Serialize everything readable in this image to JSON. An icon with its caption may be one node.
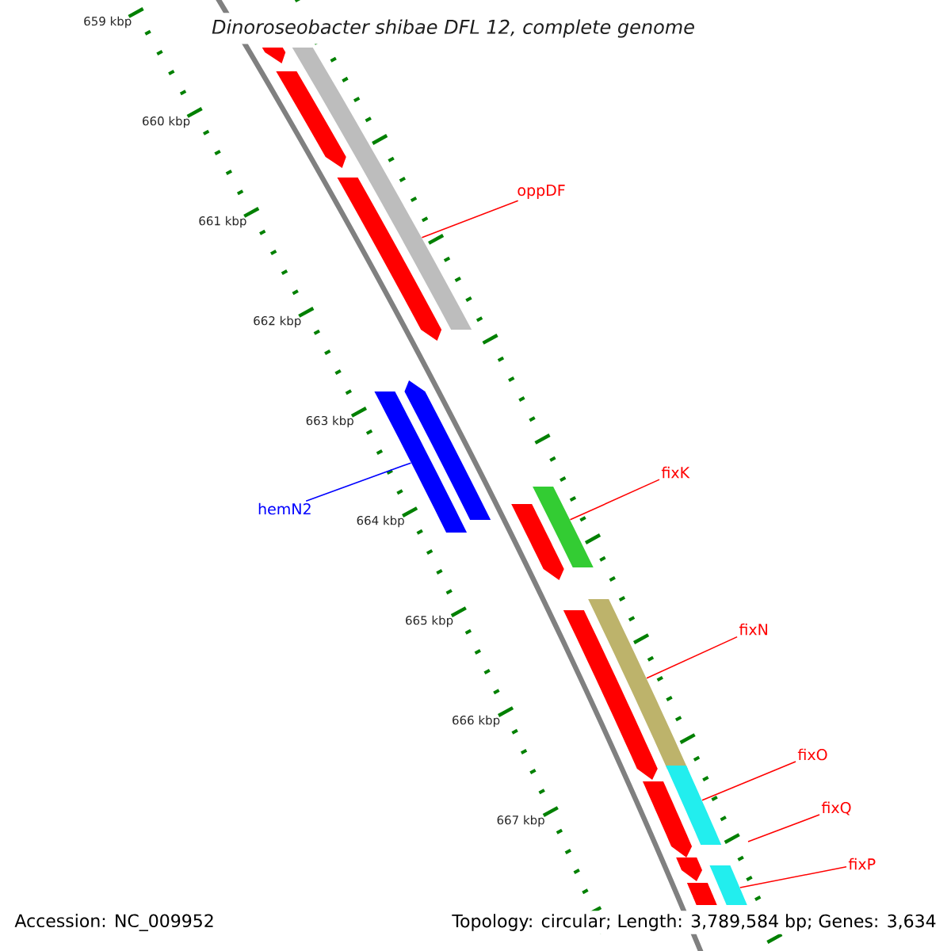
{
  "diagram": {
    "title": "Dinoroseobacter shibae DFL 12, complete genome",
    "nodes": [
      {
        "text": [
          "oppDF"
        ]
      },
      {
        "text": [],
        "shape": "bar"
      },
      {
        "text": [
          "hemN2"
        ]
      },
      {
        "text": [],
        "shape": "bar"
      },
      {
        "text": [
          "fixK"
        ]
      },
      {
        "text": [],
        "shape": "bar"
      },
      {
        "text": [
          "fixN"
        ]
      },
      {
        "text": [],
        "shape": "bar"
      },
      {
        "text": [
          "fixO"
        ]
      },
      {
        "text": [],
        "shape": "bar"
      },
      {
        "text": [
          "fixQ"
        ]
      },
      {
        "text": [
          "fixP"
        ]
      },
      {
        "text": [],
        "shape": "bar"
      },
      {
        "text": [],
        "shape": "bar"
      },
      {
        "text": [],
        "shape": "bar"
      },
      {
        "text": [],
        "shape": "bar"
      },
      {
        "text": [],
        "shape": "bar"
      },
      {
        "text": [],
        "shape": "bar"
      },
      {
        "text": [],
        "shape": "bar"
      },
      {
        "text": [],
        "shape": "bar"
      },
      {
        "text": [],
        "shape": "bar"
      },
      {
        "text": [],
        "shape": "bar"
      }
    ],
    "edges": [
      {
        "from": 0,
        "to": 1,
        "arrow": "none"
      },
      {
        "from": 2,
        "to": 3,
        "arrow": "none",
        "color": "#0000ff"
      },
      {
        "from": 4,
        "to": 5,
        "arrow": "none"
      },
      {
        "from": 6,
        "to": 7,
        "arrow": "none"
      },
      {
        "from": 8,
        "to": 9,
        "arrow": "none"
      },
      {
        "from": 10,
        "to": null,
        "arrow": "none"
      },
      {
        "from": 11,
        "to": 12,
        "arrow": "none"
      }
    ],
    "labels": [
      "659 kbp",
      "660 kbp",
      "661 kbp",
      "662 kbp",
      "663 kbp",
      "664 kbp",
      "665 kbp",
      "666 kbp",
      "667 kbp",
      "Accession: NC_009952",
      "Topology: circular; Length: 3,789,584 bp; Genes: 3,634"
    ]
  }
}
